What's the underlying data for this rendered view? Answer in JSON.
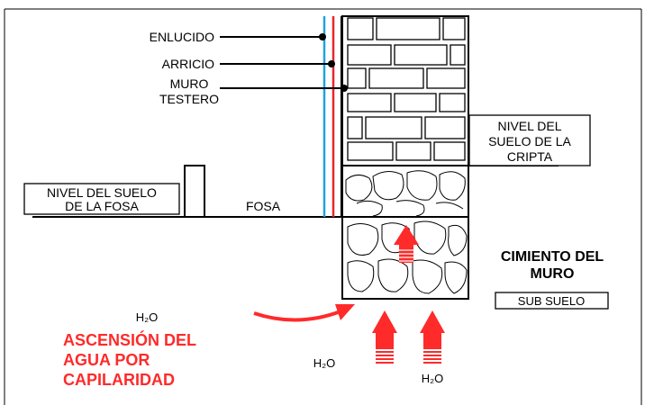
{
  "labels": {
    "enlucido": "ENLUCIDO",
    "arricio": "ARRICIO",
    "muro_line1": "MURO",
    "muro_line2": "TESTERO",
    "nivel_cripta_line1": "NIVEL DEL",
    "nivel_cripta_line2": "SUELO DE LA",
    "nivel_cripta_line3": "CRIPTA",
    "nivel_fosa_line1": "NIVEL DEL SUELO",
    "nivel_fosa_line2": "DE LA FOSA",
    "fosa": "FOSA",
    "cimiento_line1": "CIMIENTO DEL",
    "cimiento_line2": "MURO",
    "sub_suelo": "SUB SUELO",
    "h2o_a": "H₂O",
    "h2o_b": "H₂O",
    "h2o_c": "H₂O",
    "ascension_line1": "ASCENSIÓN DEL",
    "ascension_line2": "AGUA POR",
    "ascension_line3": "CAPILARIDAD"
  },
  "colors": {
    "enlucido_layer": "#1fa3e0",
    "arricio_layer": "#e8262b",
    "water_arrow": "#ff2a2a",
    "line": "#000000"
  }
}
